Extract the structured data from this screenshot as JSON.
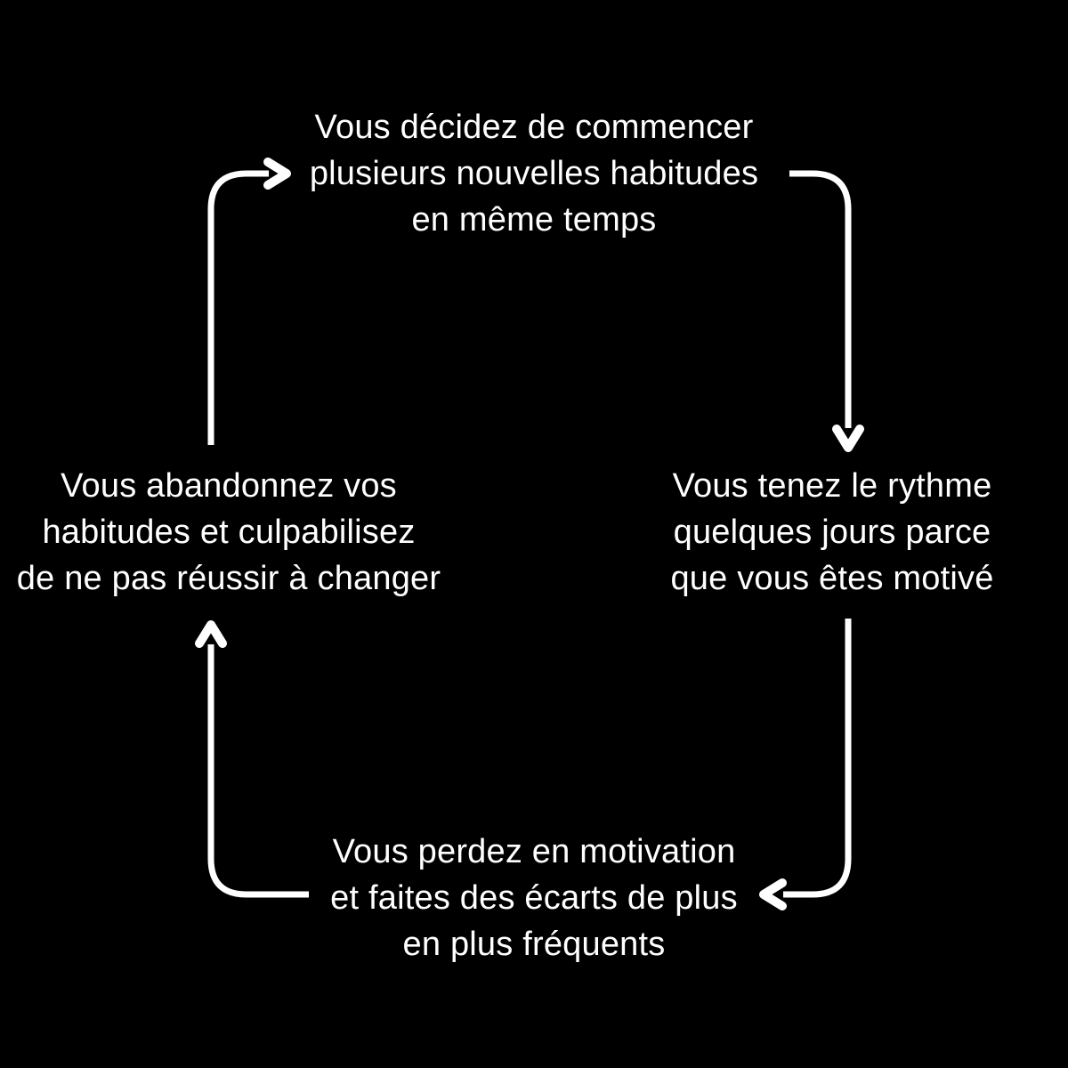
{
  "colors": {
    "background": "#000000",
    "foreground": "#ffffff"
  },
  "diagram": {
    "type": "cycle",
    "language": "fr",
    "nodes": [
      {
        "id": "top",
        "lines": [
          "Vous décidez de commencer",
          "plusieurs nouvelles habitudes",
          "en même temps"
        ]
      },
      {
        "id": "right",
        "lines": [
          "Vous tenez le rythme",
          "quelques jours parce",
          "que vous êtes motivé"
        ]
      },
      {
        "id": "bottom",
        "lines": [
          "Vous perdez en motivation",
          "et faites des écarts de plus",
          "en plus fréquents"
        ]
      },
      {
        "id": "left",
        "lines": [
          "Vous abandonnez vos",
          "habitudes et culpabilisez",
          "de ne pas réussir à changer"
        ]
      }
    ],
    "arrows": [
      {
        "id": "left-to-top",
        "from": "left",
        "to": "top",
        "direction": "up-then-right"
      },
      {
        "id": "top-to-right",
        "from": "top",
        "to": "right",
        "direction": "right-then-down"
      },
      {
        "id": "right-to-bottom",
        "from": "right",
        "to": "bottom",
        "direction": "down-then-left"
      },
      {
        "id": "bottom-to-left",
        "from": "bottom",
        "to": "left",
        "direction": "left-then-up"
      }
    ]
  }
}
